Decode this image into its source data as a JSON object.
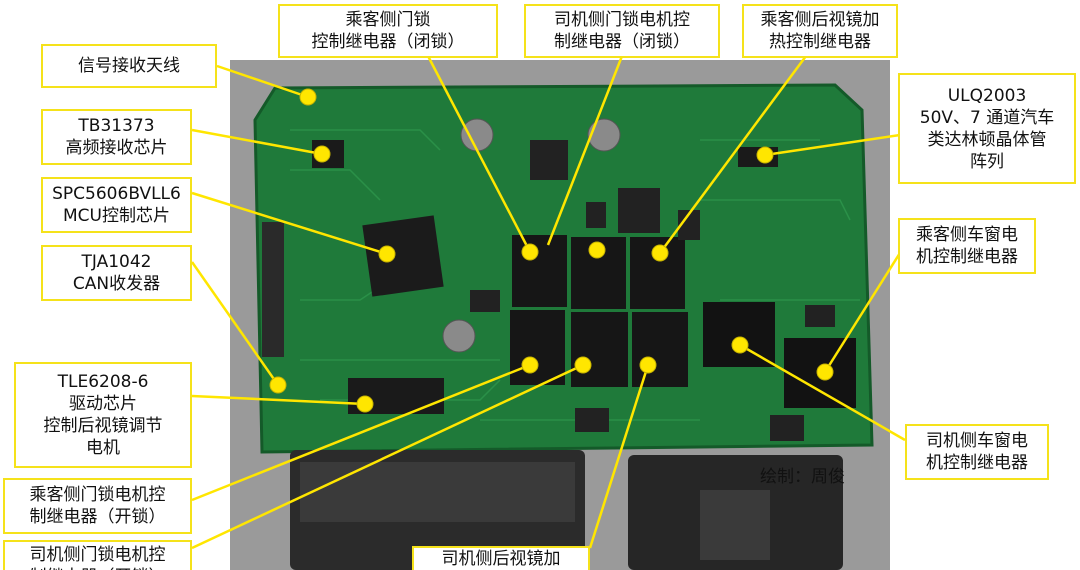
{
  "colors": {
    "label_border": "#f5e21a",
    "leader_line": "#ffe600",
    "marker": "#ffe600",
    "board": "#1f7a3a"
  },
  "labels": {
    "antenna": "信号接收天线",
    "tb31373": "TB31373\n高频接收芯片",
    "mcu": "SPC5606BVLL6\nMCU控制芯片",
    "tja1042": "TJA1042\nCAN收发器",
    "tle6208": "TLE6208-6\n驱动芯片\n控制后视镜调节\n电机",
    "passenger_unlock": "乘客侧门锁电机控\n制继电器（开锁）",
    "driver_unlock": "司机侧门锁电机控\n制继电器（开锁）",
    "passenger_lock": "乘客侧门锁\n控制继电器（闭锁）",
    "driver_lock": "司机侧门锁电机控\n制继电器（闭锁）",
    "mirror_heat_passenger": "乘客侧后视镜加\n热控制继电器",
    "uln2003": "ULQ2003\n50V、7 通道汽车\n类达林顿晶体管\n阵列",
    "passenger_window": "乘客侧车窗电\n机控制继电器",
    "driver_window": "司机侧车窗电\n机控制继电器",
    "mirror_heat_driver": "司机侧后视镜加"
  },
  "credit": "绘制：周俊"
}
